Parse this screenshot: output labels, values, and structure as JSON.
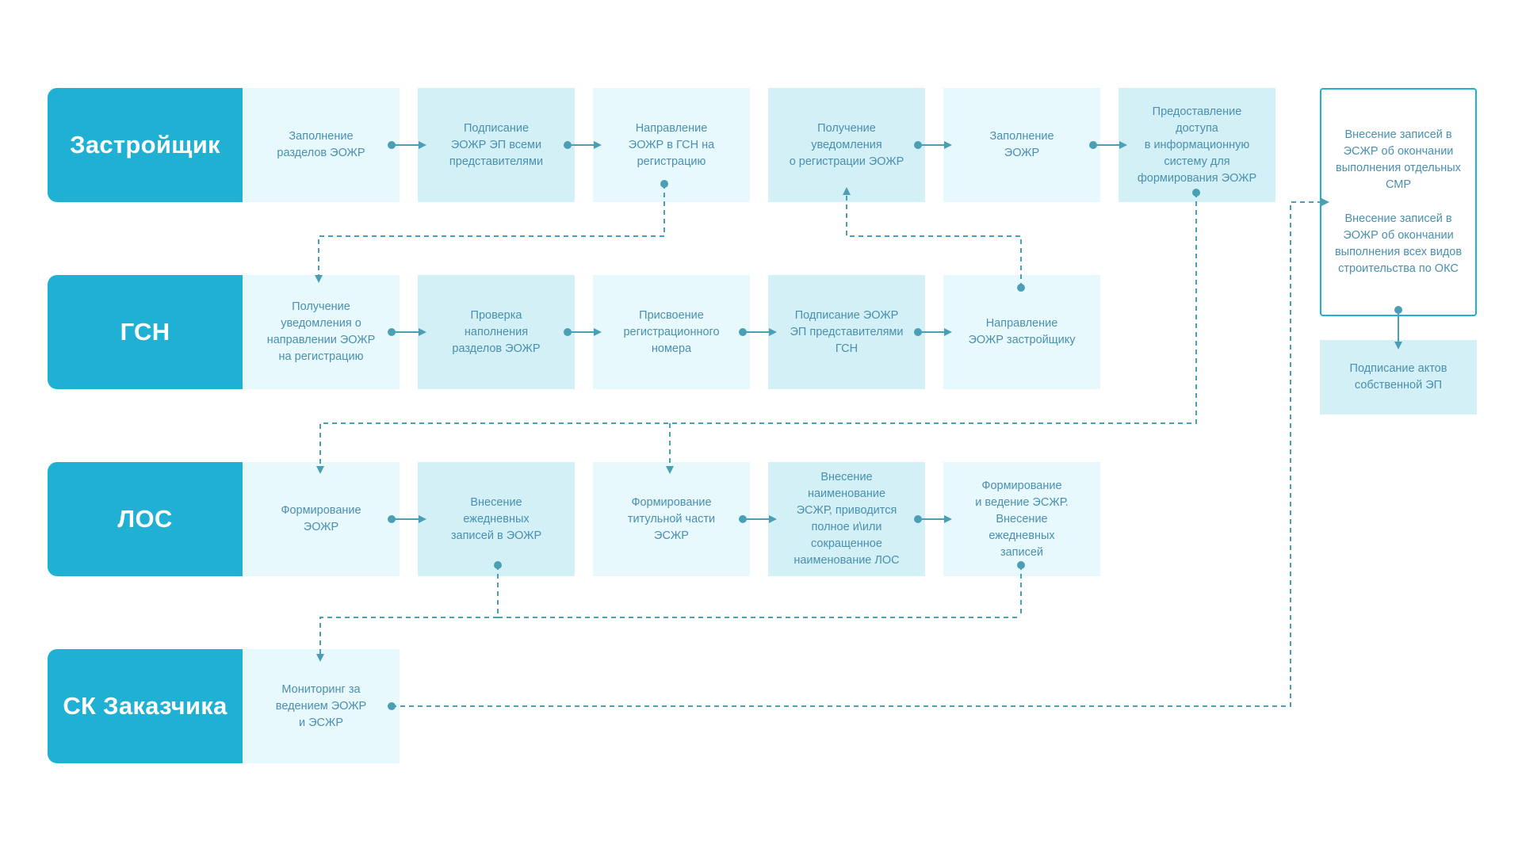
{
  "lanes": {
    "developer": "Застройщик",
    "gsn": "ГСН",
    "los": "ЛОС",
    "sk": "СК Заказчика"
  },
  "developer_steps": {
    "s1": "Заполнение\nразделов ЭОЖР",
    "s2": "Подписание\nЭОЖР ЭП всеми\nпредставителями",
    "s3": "Направление\nЭОЖР в ГСН на\nрегистрацию",
    "s4": "Получение\nуведомления\nо регистрации ЭОЖР",
    "s5": "Заполнение\nЭОЖР",
    "s6": "Предоставление\nдоступа\nв информационную\nсистему для\nформирования ЭОЖР"
  },
  "gsn_steps": {
    "s1": "Получение\nуведомления о\nнаправлении ЭОЖР\nна регистрацию",
    "s2": "Проверка\nнаполнения\nразделов ЭОЖР",
    "s3": "Присвоение\nрегистрационного\nномера",
    "s4": "Подписание ЭОЖР\nЭП представителями\nГСН",
    "s5": "Направление\nЭОЖР застройщику"
  },
  "los_steps": {
    "s1": "Формирование\nЭОЖР",
    "s2": "Внесение\nежедневных\nзаписей в ЭОЖР",
    "s3": "Формирование\nтитульной части\nЭСЖР",
    "s4": "Внесение\nнаименование\nЭСЖР, приводится\nполное и\\или\nсокращенное\nнаименование ЛОС",
    "s5": "Формирование\nи ведение ЭСЖР.\nВнесение\nежедневных\nзаписей"
  },
  "sk_steps": {
    "s1": "Мониторинг за\nведением ЭОЖР\nи ЭСЖР"
  },
  "side": {
    "record_partial": "Внесение записей в\nЭСЖР об окончании\nвыполнения отдельных\nСМР",
    "record_all": "Внесение записей в\nЭОЖР об окончании\nвыполнения всех видов\nстроительства по ОКС",
    "sign_acts": "Подписание актов\nсобственной ЭП"
  },
  "colors": {
    "lane": "#1fb0d4",
    "box_light": "#e8f9fd",
    "box_mid": "#d3f0f6",
    "text": "#4a8fae",
    "connector": "#4a9fb5"
  }
}
